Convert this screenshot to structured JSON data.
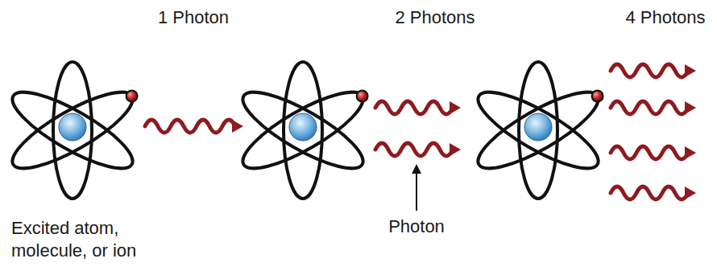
{
  "diagram": {
    "labels": [
      "1 Photon",
      "2 Photons",
      "4 Photons",
      "Excited atom, molecule, or ion",
      "Photon"
    ]
  }
}
